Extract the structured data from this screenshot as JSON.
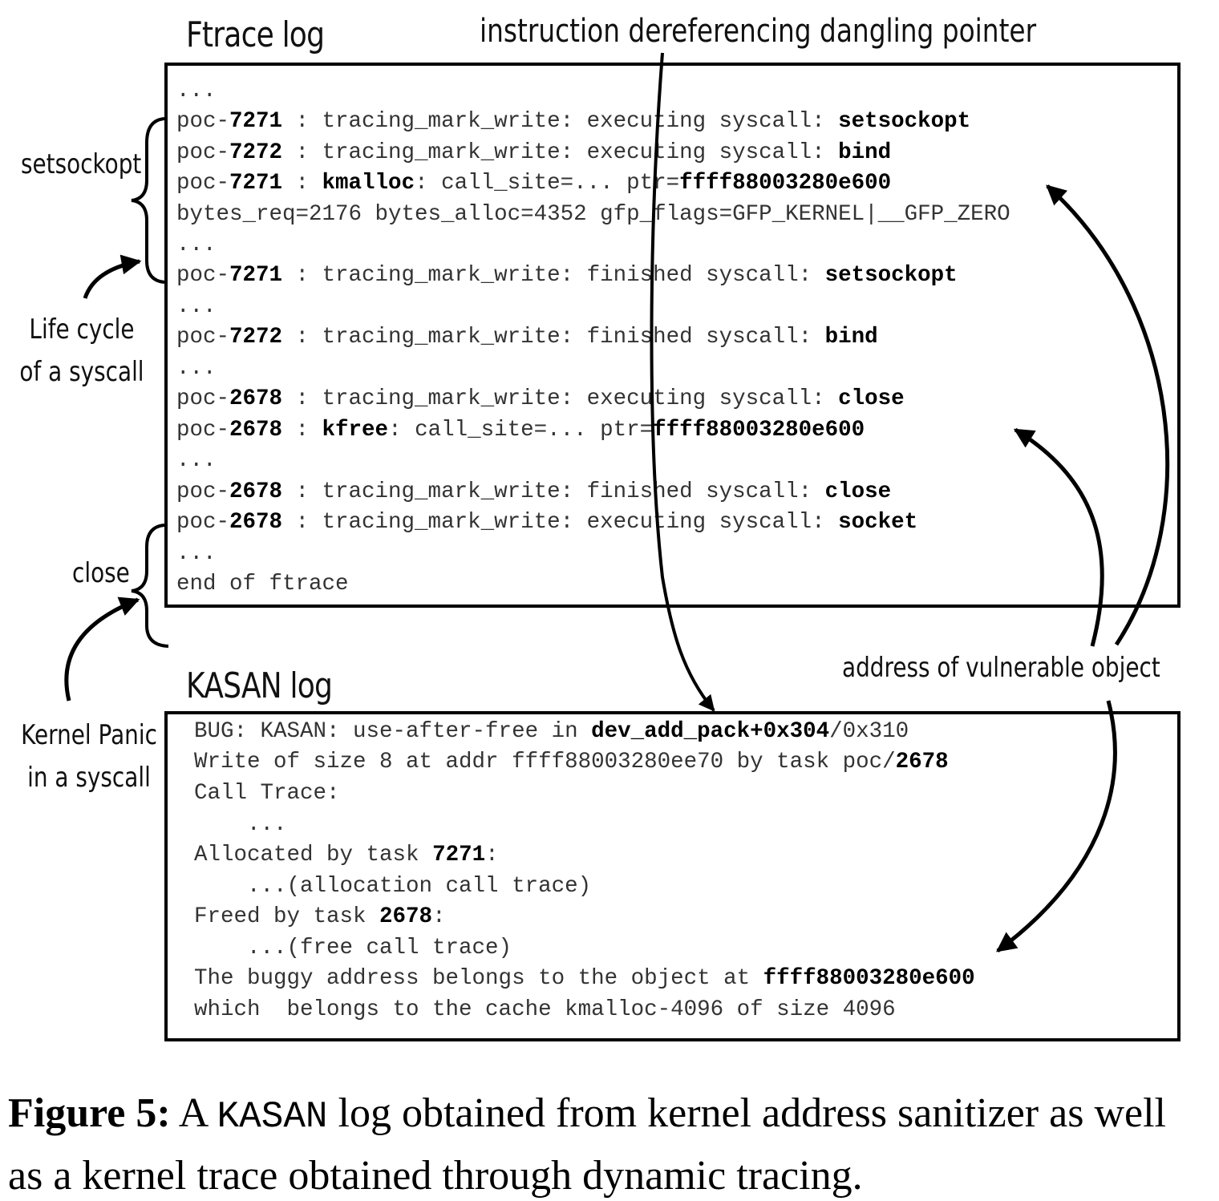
{
  "ftrace": {
    "title": "Ftrace log",
    "lines": [
      [
        {
          "t": "..."
        }
      ],
      [
        {
          "t": "poc-"
        },
        {
          "t": "7271",
          "b": true
        },
        {
          "t": " : tracing_mark_write: executing syscall: "
        },
        {
          "t": "setsockopt",
          "b": true
        }
      ],
      [
        {
          "t": "poc-"
        },
        {
          "t": "7272",
          "b": true
        },
        {
          "t": " : tracing_mark_write: executing syscall: "
        },
        {
          "t": "bind",
          "b": true
        }
      ],
      [
        {
          "t": "poc-"
        },
        {
          "t": "7271",
          "b": true
        },
        {
          "t": " : "
        },
        {
          "t": "kmalloc",
          "b": true
        },
        {
          "t": ": call_site=... ptr="
        },
        {
          "t": "ffff88003280e600",
          "b": true
        }
      ],
      [
        {
          "t": "bytes_req=2176 bytes_alloc=4352 gfp_flags=GFP_KERNEL|__GFP_ZERO"
        }
      ],
      [
        {
          "t": "..."
        }
      ],
      [
        {
          "t": "poc-"
        },
        {
          "t": "7271",
          "b": true
        },
        {
          "t": " : tracing_mark_write: finished syscall: "
        },
        {
          "t": "setsockopt",
          "b": true
        }
      ],
      [
        {
          "t": "..."
        }
      ],
      [
        {
          "t": "poc-"
        },
        {
          "t": "7272",
          "b": true
        },
        {
          "t": " : tracing_mark_write: finished syscall: "
        },
        {
          "t": "bind",
          "b": true
        }
      ],
      [
        {
          "t": "..."
        }
      ],
      [
        {
          "t": "poc-"
        },
        {
          "t": "2678",
          "b": true
        },
        {
          "t": " : tracing_mark_write: executing syscall: "
        },
        {
          "t": "close",
          "b": true
        }
      ],
      [
        {
          "t": "poc-"
        },
        {
          "t": "2678",
          "b": true
        },
        {
          "t": " : "
        },
        {
          "t": "kfree",
          "b": true
        },
        {
          "t": ": call_site=... ptr="
        },
        {
          "t": "ffff88003280e600",
          "b": true
        }
      ],
      [
        {
          "t": "..."
        }
      ],
      [
        {
          "t": "poc-"
        },
        {
          "t": "2678",
          "b": true
        },
        {
          "t": " : tracing_mark_write: finished syscall: "
        },
        {
          "t": "close",
          "b": true
        }
      ],
      [
        {
          "t": "poc-"
        },
        {
          "t": "2678",
          "b": true
        },
        {
          "t": " : tracing_mark_write: executing syscall: "
        },
        {
          "t": "socket",
          "b": true
        }
      ],
      [
        {
          "t": "..."
        }
      ],
      [
        {
          "t": "end of ftrace"
        }
      ]
    ]
  },
  "kasan": {
    "title": "KASAN log",
    "lines": [
      [
        {
          "t": "BUG: KASAN: use-after-free in "
        },
        {
          "t": "dev_add_pack+0x304",
          "b": true
        },
        {
          "t": "/0x310"
        }
      ],
      [
        {
          "t": "Write of size 8 at addr ffff88003280ee70 by task poc/"
        },
        {
          "t": "2678",
          "b": true
        }
      ],
      [
        {
          "t": "Call Trace:"
        }
      ],
      [
        {
          "t": "    ..."
        }
      ],
      [
        {
          "t": "Allocated by task "
        },
        {
          "t": "7271",
          "b": true
        },
        {
          "t": ":"
        }
      ],
      [
        {
          "t": "    ...(allocation call trace)"
        }
      ],
      [
        {
          "t": "Freed by task "
        },
        {
          "t": "2678",
          "b": true
        },
        {
          "t": ":"
        }
      ],
      [
        {
          "t": "    ...(free call trace)"
        }
      ],
      [
        {
          "t": "The buggy address belongs to the object at "
        },
        {
          "t": "ffff88003280e600",
          "b": true
        }
      ],
      [
        {
          "t": "which  belongs to the cache kmalloc-4096 of size 4096"
        }
      ]
    ]
  },
  "annotations": {
    "dangling_pointer": "instruction dereferencing dangling pointer",
    "setsockopt": "setsockopt",
    "lifecycle_line1": "Life cycle",
    "lifecycle_line2": "of a syscall",
    "close": "close",
    "panic_line1": "Kernel Panic",
    "panic_line2": "in a syscall",
    "vulnerable_object": "address of vulnerable object"
  },
  "caption": {
    "label": "Figure 5:",
    "text_pre": " A ",
    "text_mono": "KASAN",
    "text_post": " log obtained from kernel address sanitizer as well as a kernel trace obtained through dynamic tracing."
  }
}
